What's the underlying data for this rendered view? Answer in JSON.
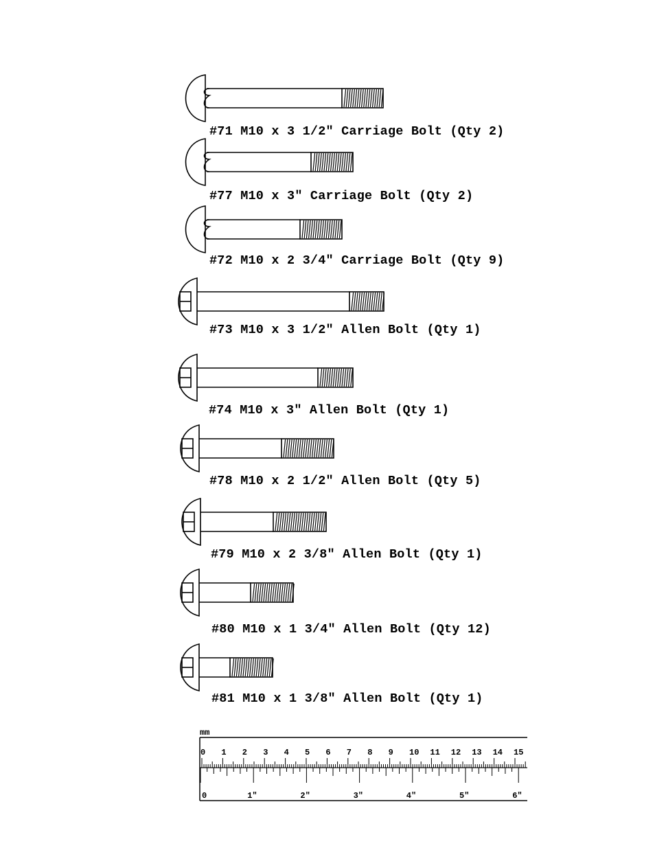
{
  "bolts": [
    {
      "number": "#71",
      "label": "#71 M10 x 3 1/2\" Carriage Bolt (Qty 2)",
      "head": "carriage"
    },
    {
      "number": "#77",
      "label": "#77 M10 x 3\" Carriage Bolt (Qty 2)",
      "head": "carriage"
    },
    {
      "number": "#72",
      "label": "#72 M10 x 2 3/4\" Carriage Bolt (Qty 9)",
      "head": "carriage"
    },
    {
      "number": "#73",
      "label": "#73 M10 x 3 1/2\" Allen Bolt (Qty 1)",
      "head": "allen"
    },
    {
      "number": "#74",
      "label": "#74 M10 x 3\" Allen Bolt (Qty 1)",
      "head": "allen"
    },
    {
      "number": "#78",
      "label": "#78 M10 x 2 1/2\" Allen Bolt (Qty 5)",
      "head": "allen"
    },
    {
      "number": "#79",
      "label": "#79 M10 x 2 3/8\" Allen Bolt (Qty 1)",
      "head": "allen"
    },
    {
      "number": "#80",
      "label": "#80 M10 x 1 3/4\" Allen Bolt (Qty 12)",
      "head": "allen"
    },
    {
      "number": "#81",
      "label": "#81 M10 x 1 3/8\" Allen Bolt (Qty 1)",
      "head": "allen"
    }
  ],
  "ruler": {
    "unit_label": "mm",
    "cm_labels": [
      "0",
      "1",
      "2",
      "3",
      "4",
      "5",
      "6",
      "7",
      "8",
      "9",
      "10",
      "11",
      "12",
      "13",
      "14",
      "15"
    ],
    "inch_labels": [
      "0",
      "1\"",
      "2\"",
      "3\"",
      "4\"",
      "5\"",
      "6\""
    ]
  }
}
